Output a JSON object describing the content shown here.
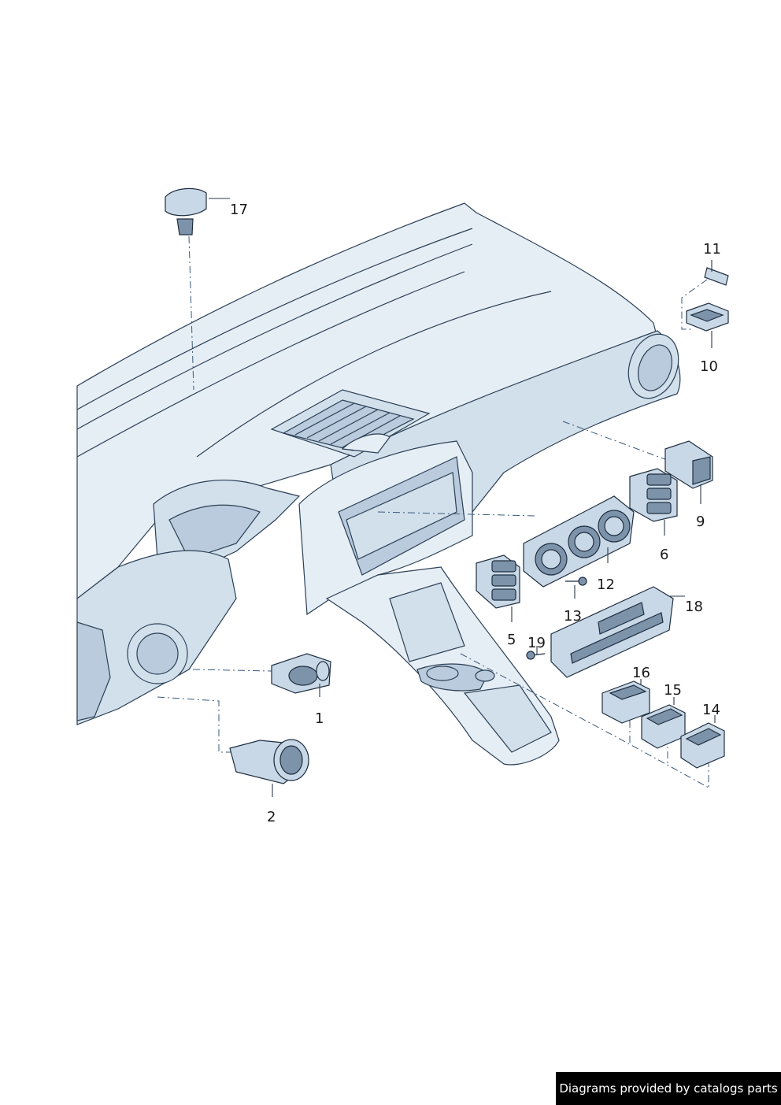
{
  "callouts": [
    {
      "id": "1",
      "label": "1"
    },
    {
      "id": "2",
      "label": "2"
    },
    {
      "id": "5",
      "label": "5"
    },
    {
      "id": "6",
      "label": "6"
    },
    {
      "id": "9",
      "label": "9"
    },
    {
      "id": "10",
      "label": "10"
    },
    {
      "id": "11",
      "label": "11"
    },
    {
      "id": "12",
      "label": "12"
    },
    {
      "id": "13",
      "label": "13"
    },
    {
      "id": "14",
      "label": "14"
    },
    {
      "id": "15",
      "label": "15"
    },
    {
      "id": "16",
      "label": "16"
    },
    {
      "id": "17",
      "label": "17"
    },
    {
      "id": "18",
      "label": "18"
    },
    {
      "id": "19",
      "label": "19"
    }
  ],
  "footer": {
    "text": "Diagrams provided by catalogs parts"
  },
  "colors": {
    "line": "#2b3f55",
    "fill_light": "#e6eef5",
    "fill_mid": "#c9d8e6",
    "footer_bg": "#000000"
  }
}
